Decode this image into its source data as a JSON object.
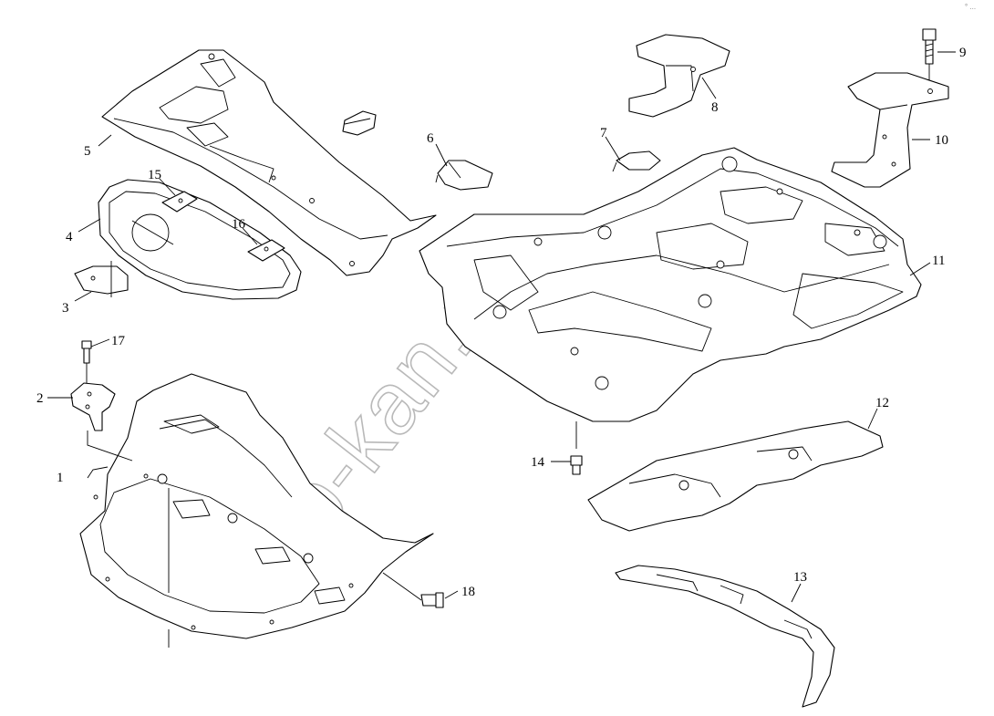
{
  "corner_mark": "° ...",
  "watermark": "tap-kan.ru",
  "callouts": [
    "1",
    "2",
    "3",
    "4",
    "5",
    "6",
    "7",
    "8",
    "9",
    "10",
    "11",
    "12",
    "13",
    "14",
    "15",
    "16",
    "17",
    "18"
  ]
}
